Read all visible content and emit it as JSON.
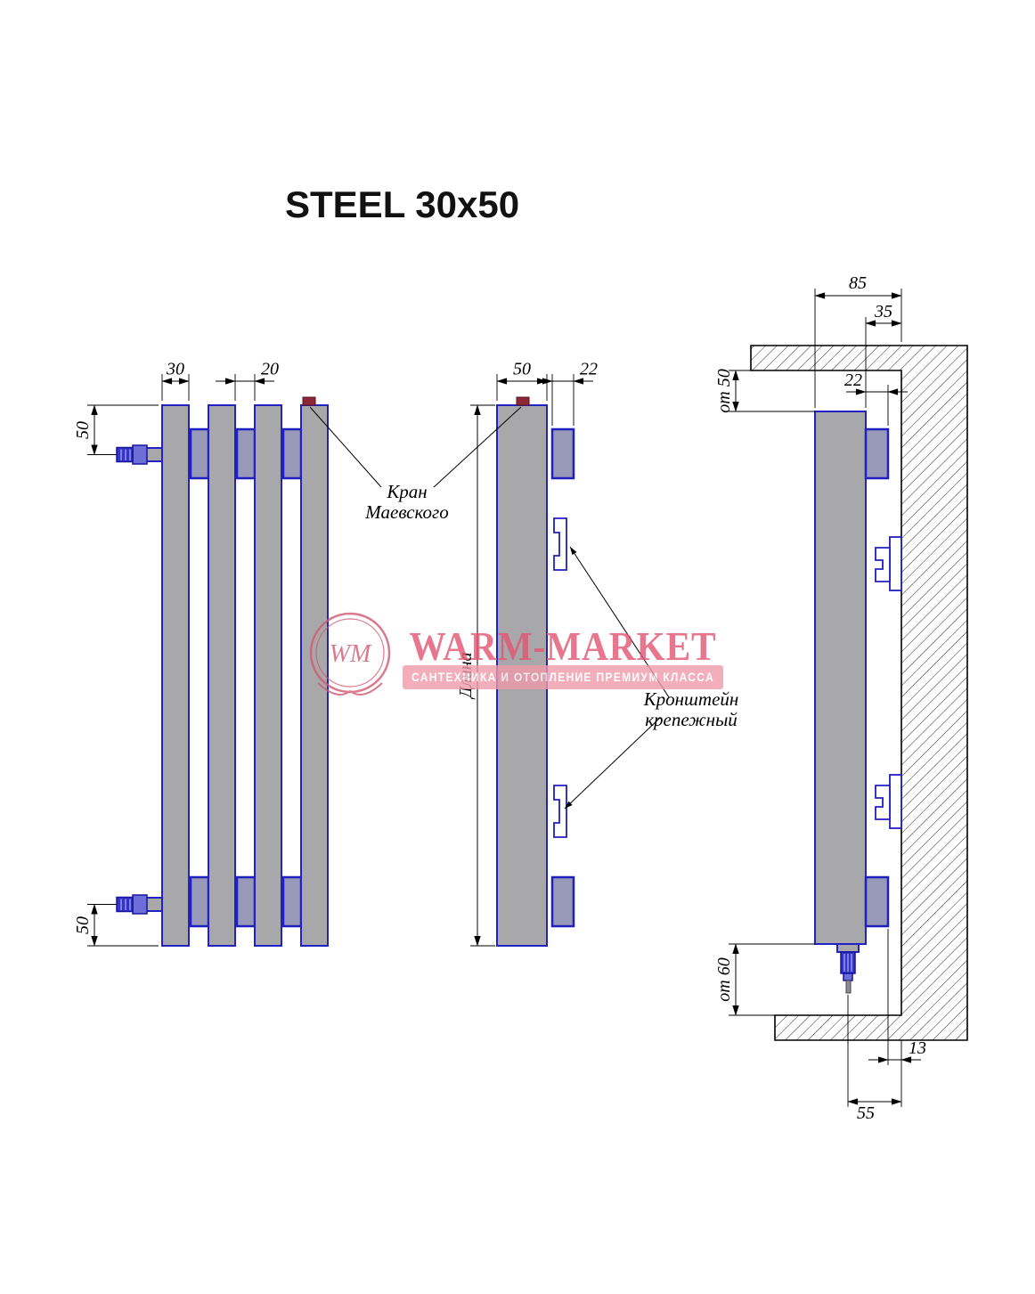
{
  "title": "STEEL 30x50",
  "views": {
    "front": {
      "dim_tube_width": "30",
      "dim_tube_gap": "20",
      "dim_top_offset": "50",
      "dim_bottom_offset": "50"
    },
    "side": {
      "dim_depth": "50",
      "dim_bracket_depth": "22",
      "dim_length": "Длина"
    },
    "wall": {
      "dim_total": "85",
      "dim_back_to_wall": "35",
      "dim_bracket_depth": "22",
      "dim_top_clearance": "от 50",
      "dim_bottom_clearance": "от 60",
      "dim_gap": "13",
      "dim_pipe_to_wall": "55"
    }
  },
  "annotations": {
    "valve": [
      "Кран",
      "Маевского"
    ],
    "bracket": [
      "Кронштейн",
      "крепежный"
    ]
  },
  "watermark": {
    "monogram": "WM",
    "brand": "WARM-MARKET",
    "tagline": "САНТЕХНИКА И ОТОПЛЕНИЕ ПРЕМИУМ КЛАССА"
  },
  "colors": {
    "outline_blue": "#2222c2",
    "fill_gray": "#a8a8ab",
    "dimension_black": "#000000",
    "valve_red": "#8e2836",
    "watermark_rose": "#e25672",
    "watermark_band_pink": "#ef9aa9"
  }
}
